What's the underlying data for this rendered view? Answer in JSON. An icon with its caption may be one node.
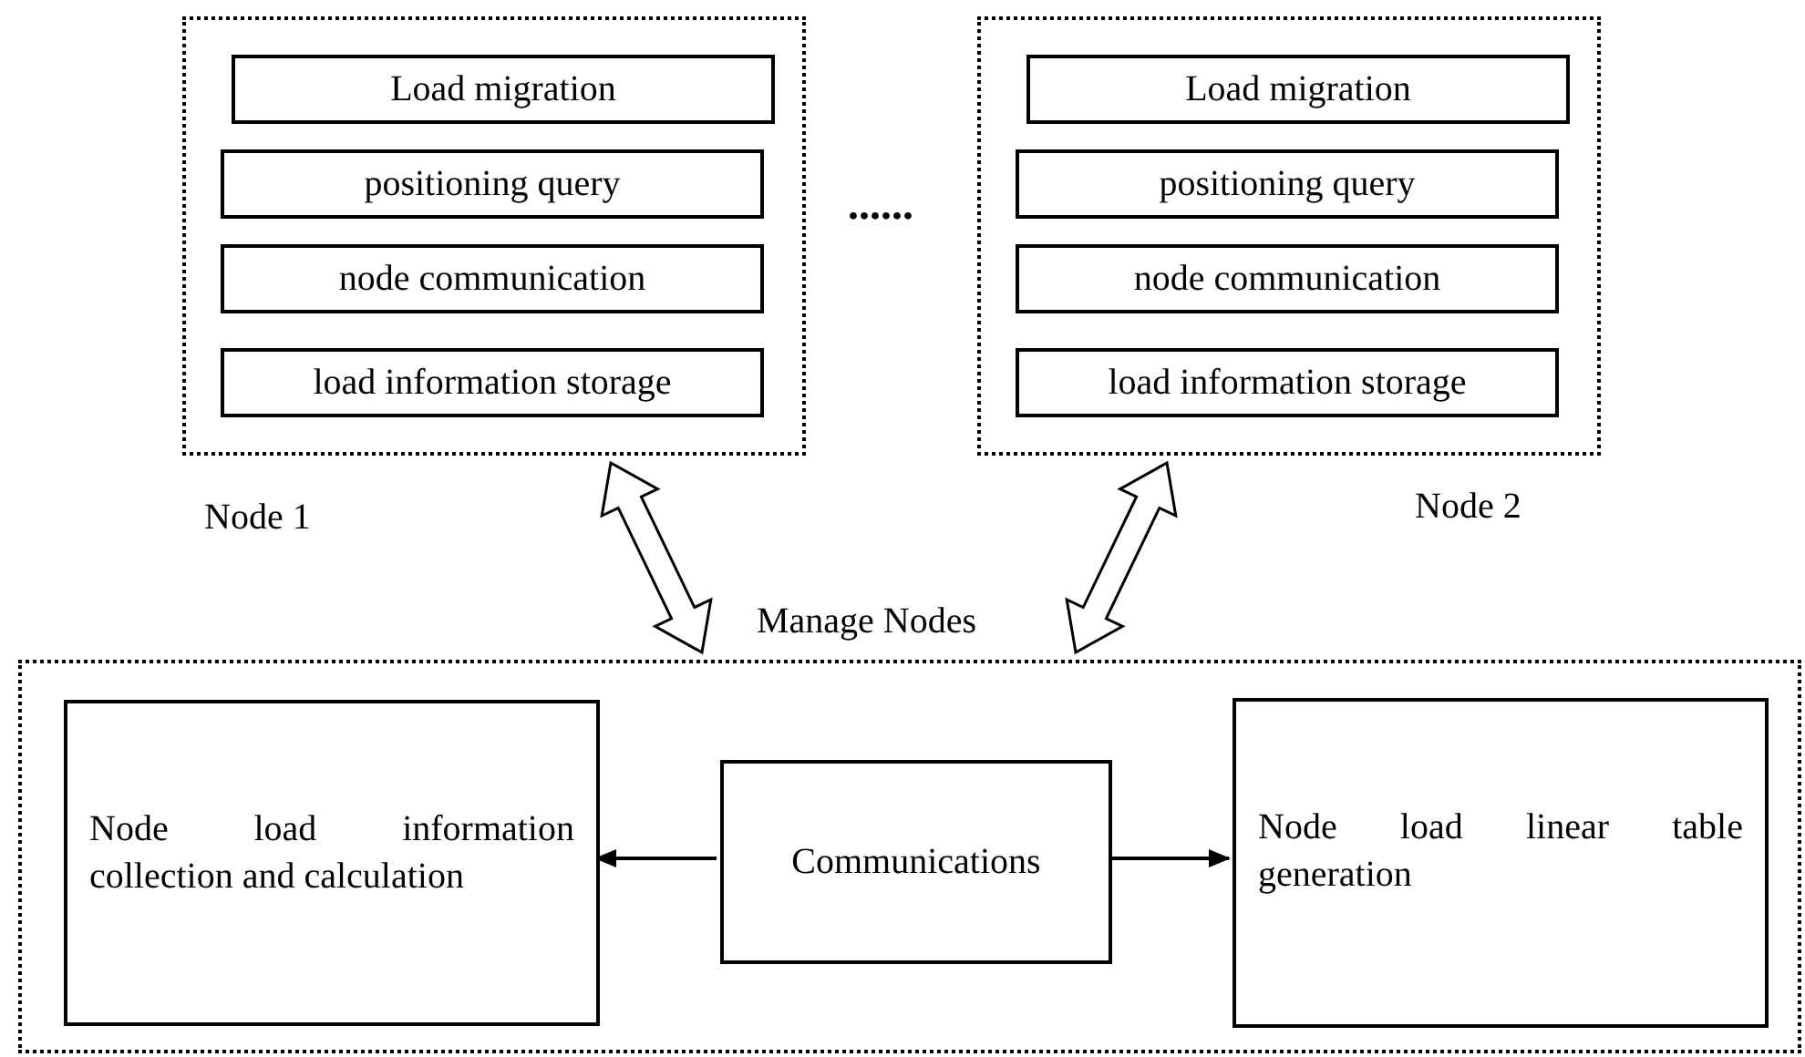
{
  "diagram": {
    "nodes": [
      {
        "text": [
          "Node 1"
        ]
      },
      {
        "text": [
          "Load migration"
        ],
        "in": 0
      },
      {
        "text": [
          "positioning query"
        ],
        "in": 0
      },
      {
        "text": [
          "node communication"
        ],
        "in": 0
      },
      {
        "text": [
          "load information storage"
        ],
        "in": 0
      },
      {
        "text": [
          "Node 2"
        ]
      },
      {
        "text": [
          "Load migration"
        ],
        "in": 5
      },
      {
        "text": [
          "positioning query"
        ],
        "in": 5
      },
      {
        "text": [
          "node communication"
        ],
        "in": 5
      },
      {
        "text": [
          "load information storage"
        ],
        "in": 5
      },
      {
        "text": [
          "Manage Nodes"
        ]
      },
      {
        "text": [
          "Node load information collection and calculation"
        ],
        "in": 10
      },
      {
        "text": [
          "Communications"
        ],
        "in": 10
      },
      {
        "text": [
          "Node load linear table generation"
        ],
        "in": 10
      }
    ],
    "edges": [
      {
        "from": 0,
        "to": 10,
        "arrow": "both",
        "style": "thick"
      },
      {
        "from": 5,
        "to": 10,
        "arrow": "both",
        "style": "thick"
      },
      {
        "from": 12,
        "to": 11,
        "arrow": "to"
      },
      {
        "from": 12,
        "to": 13,
        "arrow": "to"
      }
    ],
    "labels": [
      "......"
    ]
  }
}
